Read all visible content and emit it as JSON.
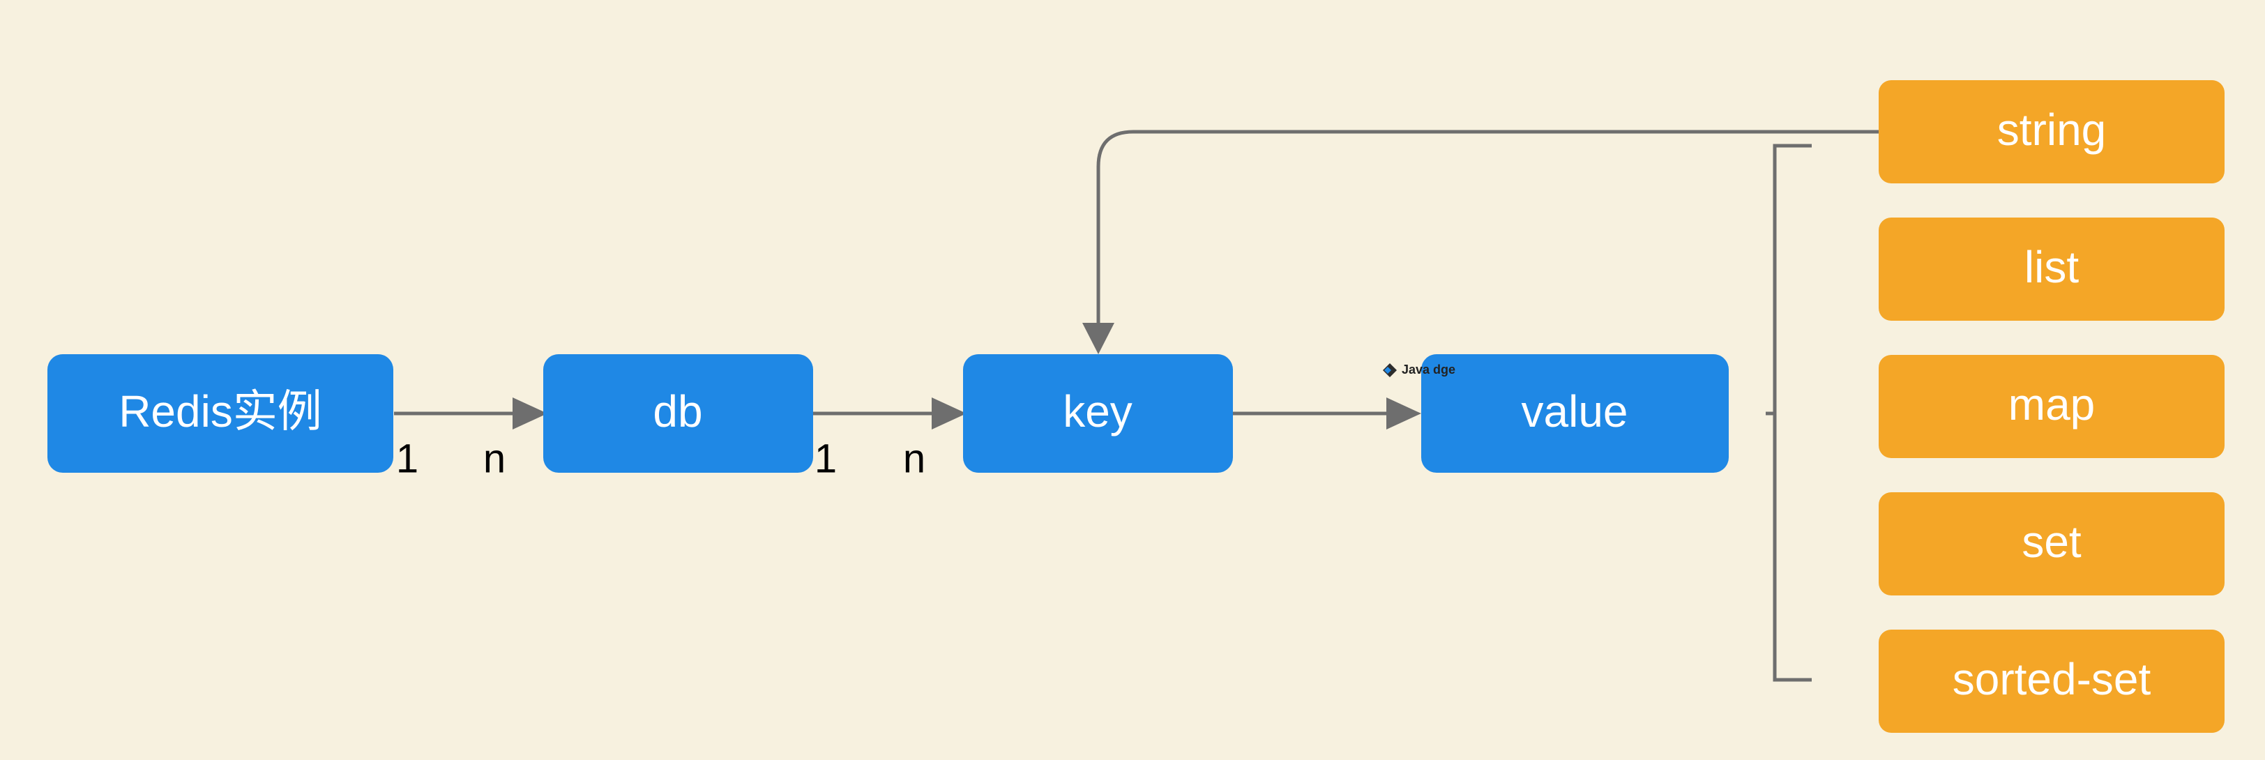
{
  "diagram": {
    "nodes": {
      "redis": "Redis实例",
      "db": "db",
      "key": "key",
      "value": "value",
      "string": "string",
      "list": "list",
      "map": "map",
      "set": "set",
      "sorted_set": "sorted-set"
    },
    "multiplicities": {
      "redis_db_from": "1",
      "redis_db_to": "n",
      "db_key_from": "1",
      "db_key_to": "n"
    },
    "watermark": {
      "text": "Java dge"
    },
    "colors": {
      "background": "#f7f1df",
      "blue": "#1f88e5",
      "orange": "#f4a627",
      "line": "#6e6e6e"
    }
  }
}
